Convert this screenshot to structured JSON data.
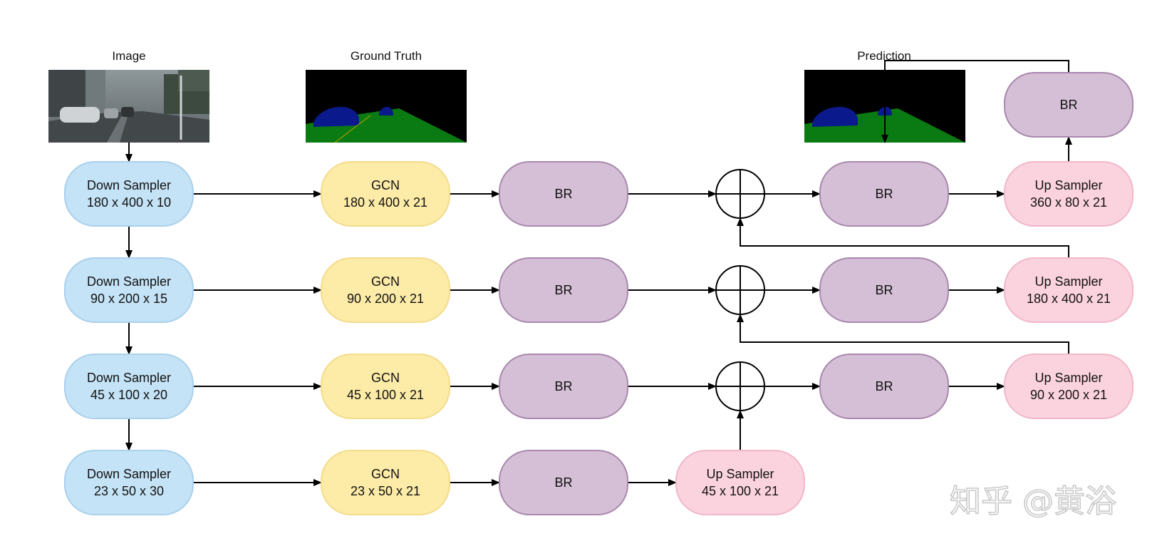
{
  "captions": {
    "image": "Image",
    "ground_truth": "Ground Truth",
    "prediction": "Prediction"
  },
  "colors": {
    "down": {
      "fill": "#c5e3f6",
      "stroke": "#a9d0ec"
    },
    "gcn": {
      "fill": "#fdeba8",
      "stroke": "#f3dc8c"
    },
    "br": {
      "fill": "#d5bfd6",
      "stroke": "#a888ad"
    },
    "up": {
      "fill": "#fbd3df",
      "stroke": "#f1b7c9"
    },
    "seg_road": "#0a7a12",
    "seg_car": "#0a1a8c",
    "seg_bg": "#000000"
  },
  "nodes": [
    {
      "id": "down1",
      "kind": "down",
      "line1": "Down Sampler",
      "line2": "180 x 400 x 10"
    },
    {
      "id": "down2",
      "kind": "down",
      "line1": "Down Sampler",
      "line2": "90 x 200 x 15"
    },
    {
      "id": "down3",
      "kind": "down",
      "line1": "Down Sampler",
      "line2": "45 x 100 x 20"
    },
    {
      "id": "down4",
      "kind": "down",
      "line1": "Down Sampler",
      "line2": "23 x 50 x 30"
    },
    {
      "id": "gcn1",
      "kind": "gcn",
      "line1": "GCN",
      "line2": "180 x 400 x 21"
    },
    {
      "id": "gcn2",
      "kind": "gcn",
      "line1": "GCN",
      "line2": "90 x 200 x 21"
    },
    {
      "id": "gcn3",
      "kind": "gcn",
      "line1": "GCN",
      "line2": "45 x 100 x 21"
    },
    {
      "id": "gcn4",
      "kind": "gcn",
      "line1": "GCN",
      "line2": "23 x 50 x 21"
    },
    {
      "id": "br1",
      "kind": "br",
      "line1": "BR"
    },
    {
      "id": "br2",
      "kind": "br",
      "line1": "BR"
    },
    {
      "id": "br3",
      "kind": "br",
      "line1": "BR"
    },
    {
      "id": "br4",
      "kind": "br",
      "line1": "BR"
    },
    {
      "id": "up4",
      "kind": "up",
      "line1": "Up Sampler",
      "line2": "45 x 100 x 21"
    },
    {
      "id": "br5",
      "kind": "br",
      "line1": "BR"
    },
    {
      "id": "br6",
      "kind": "br",
      "line1": "BR"
    },
    {
      "id": "br7",
      "kind": "br",
      "line1": "BR"
    },
    {
      "id": "up1",
      "kind": "up",
      "line1": "Up Sampler",
      "line2": "360 x 80 x 21"
    },
    {
      "id": "up2",
      "kind": "up",
      "line1": "Up Sampler",
      "line2": "180 x 400 x 21"
    },
    {
      "id": "up3",
      "kind": "up",
      "line1": "Up Sampler",
      "line2": "90 x 200 x 21"
    },
    {
      "id": "brtop",
      "kind": "br",
      "line1": "BR"
    }
  ],
  "sum_nodes": [
    "sum1",
    "sum2",
    "sum3"
  ],
  "edges": [
    [
      "img",
      "down1"
    ],
    [
      "down1",
      "down2"
    ],
    [
      "down2",
      "down3"
    ],
    [
      "down3",
      "down4"
    ],
    [
      "down1",
      "gcn1"
    ],
    [
      "down2",
      "gcn2"
    ],
    [
      "down3",
      "gcn3"
    ],
    [
      "down4",
      "gcn4"
    ],
    [
      "gcn1",
      "br1"
    ],
    [
      "gcn2",
      "br2"
    ],
    [
      "gcn3",
      "br3"
    ],
    [
      "gcn4",
      "br4"
    ],
    [
      "br1",
      "sum1"
    ],
    [
      "br2",
      "sum2"
    ],
    [
      "br3",
      "sum3"
    ],
    [
      "br4",
      "up4"
    ],
    [
      "up4",
      "sum3"
    ],
    [
      "sum1",
      "br5"
    ],
    [
      "sum2",
      "br6"
    ],
    [
      "sum3",
      "br7"
    ],
    [
      "br5",
      "up1"
    ],
    [
      "br6",
      "up2"
    ],
    [
      "br7",
      "up3"
    ],
    [
      "up2",
      "sum1"
    ],
    [
      "up3",
      "sum2"
    ],
    [
      "up1",
      "brtop"
    ],
    [
      "brtop",
      "pred"
    ]
  ],
  "watermark": "知乎 @黄浴"
}
